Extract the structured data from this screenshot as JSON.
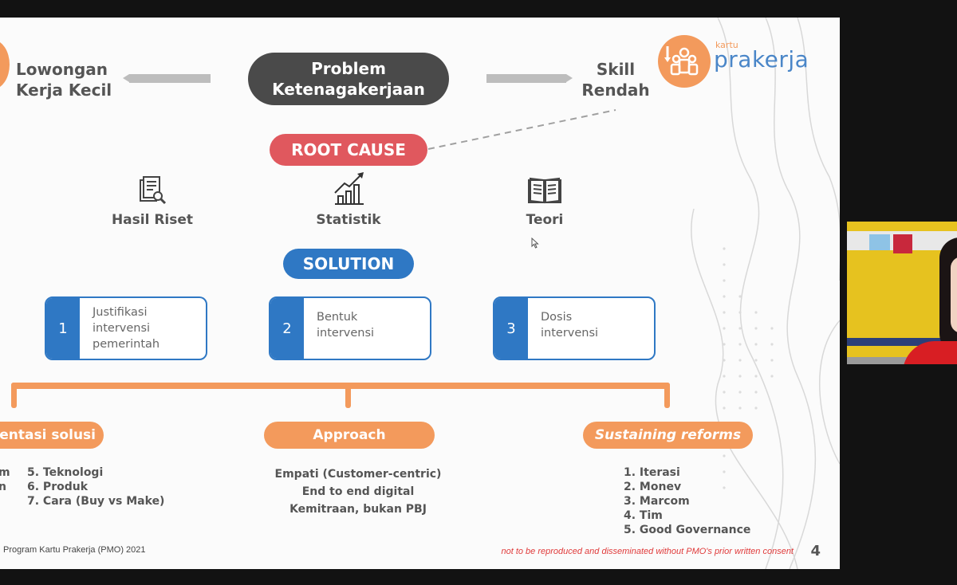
{
  "slide": {
    "top_left_label": [
      "Lowongan",
      "Kerja Kecil"
    ],
    "center_problem": [
      "Problem",
      "Ketenagakerjaan"
    ],
    "top_right_label": [
      "Skill",
      "Rendah"
    ],
    "logo": {
      "small": "kartu",
      "main": "prakerja"
    },
    "root_cause_label": "ROOT CAUSE",
    "sources": [
      {
        "icon": "research-document-icon",
        "label": "Hasil Riset"
      },
      {
        "icon": "statistics-chart-icon",
        "label": "Statistik"
      },
      {
        "icon": "open-book-icon",
        "label": "Teori"
      }
    ],
    "solution_label": "SOLUTION",
    "solution_cards": [
      {
        "number": "1",
        "text": [
          "Justifikasi",
          "intervensi",
          "pemerintah"
        ]
      },
      {
        "number": "2",
        "text": [
          "Bentuk",
          "intervensi"
        ]
      },
      {
        "number": "3",
        "text": [
          "Dosis",
          "intervensi"
        ]
      }
    ],
    "branches": [
      {
        "label": "entasi solusi",
        "items_col1": [
          "m",
          "n"
        ],
        "items_col2": [
          "5. Teknologi",
          "6. Produk",
          "7. Cara (Buy vs Make)"
        ]
      },
      {
        "label": "Approach",
        "items": [
          "Empati (Customer-centric)",
          "End to end digital",
          "Kemitraan, bukan PBJ"
        ]
      },
      {
        "label": "Sustaining reforms",
        "items": [
          "1. Iterasi",
          "2. Monev",
          "3. Marcom",
          "4. Tim",
          "5. Good Governance"
        ]
      }
    ],
    "footer_left": "Program Kartu Prakerja (PMO) 2021",
    "footer_right": "not to be reproduced and disseminated without PMO's prior written consent",
    "page_number": "4"
  },
  "colors": {
    "root_cause": "#e0585e",
    "solution": "#2f78c4",
    "problem": "#4a4a4a",
    "orange": "#f39a5c",
    "logo_blue": "#4a86c8"
  }
}
